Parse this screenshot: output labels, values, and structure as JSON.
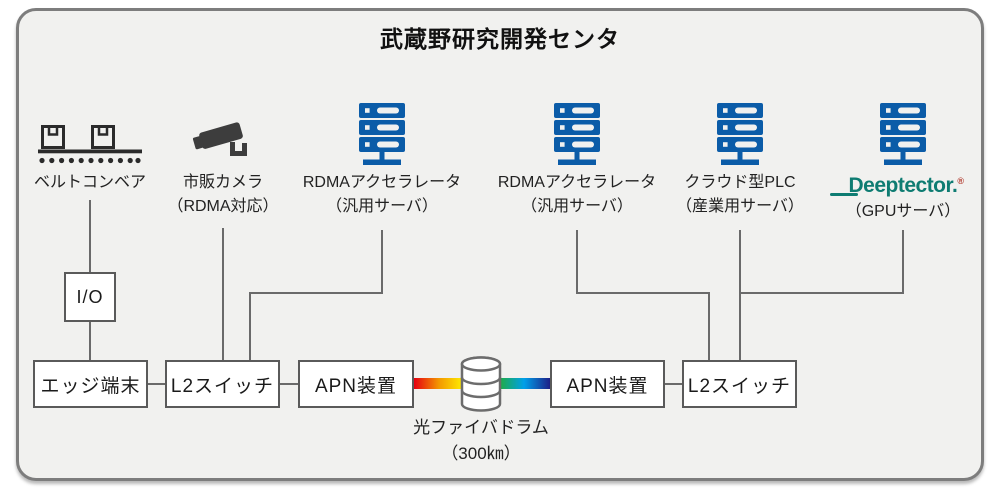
{
  "title": "武蔵野研究開発センタ",
  "nodes": {
    "belt": {
      "label": "ベルトコンベア"
    },
    "camera": {
      "label": "市販カメラ",
      "sublabel": "（RDMA対応）"
    },
    "rdma_left": {
      "label": "RDMAアクセラレータ",
      "sublabel": "（汎用サーバ）"
    },
    "rdma_right": {
      "label": "RDMAアクセラレータ",
      "sublabel": "（汎用サーバ）"
    },
    "plc": {
      "label": "クラウド型PLC",
      "sublabel": "（産業用サーバ）"
    },
    "deeptector": {
      "logo": "Deeptector.",
      "mark": "®",
      "sublabel": "（GPUサーバ）"
    }
  },
  "boxes": {
    "io": {
      "label": "I/O"
    },
    "edge": {
      "label": "エッジ端末"
    },
    "l2_left": {
      "label": "L2スイッチ"
    },
    "apn_left": {
      "label": "APN装置"
    },
    "apn_right": {
      "label": "APN装置"
    },
    "l2_right": {
      "label": "L2スイッチ"
    }
  },
  "fiber": {
    "label": "光ファイバドラム",
    "distance": "（300㎞）"
  },
  "icons": {
    "belt": "belt-conveyor-icon",
    "camera": "cctv-camera-icon",
    "server": "server-rack-icon",
    "drum": "fiber-drum-icon"
  },
  "colors": {
    "server_blue": "#0b5ca8",
    "deeptector_teal": "#0e7c72",
    "registered_mark_red": "#b23b2e",
    "fiber_gradient_left": [
      "#e60012",
      "#f39800",
      "#fff100"
    ],
    "fiber_gradient_right": [
      "#22ac38",
      "#00a0e9",
      "#1d2088"
    ],
    "frame_border": "#7d7d7d",
    "frame_fill": "#f1f1ef",
    "line_gray": "#6a6a6a"
  }
}
